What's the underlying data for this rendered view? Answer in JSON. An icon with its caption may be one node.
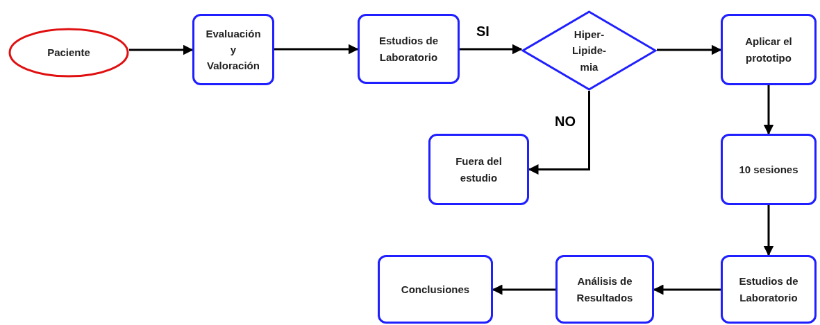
{
  "diagram": {
    "nodes": [
      {
        "text": [
          "Paciente"
        ]
      },
      {
        "text": [
          "Evaluación y Valoración"
        ]
      },
      {
        "text": [
          "Estudios de Laboratorio"
        ]
      },
      {
        "text": [
          "Hiper- Lipide- mia"
        ]
      },
      {
        "text": [
          "Aplicar el prototipo"
        ]
      },
      {
        "text": [
          "Fuera del estudio"
        ]
      },
      {
        "text": [
          "10 sesiones"
        ]
      },
      {
        "text": [
          "Estudios de Laboratorio"
        ]
      },
      {
        "text": [
          "Análisis de Resultados"
        ]
      },
      {
        "text": [
          "Conclusiones"
        ]
      }
    ],
    "edges": [
      {
        "from": 0,
        "to": 1,
        "arrow": "to"
      },
      {
        "from": 1,
        "to": 2,
        "arrow": "to"
      },
      {
        "from": 2,
        "to": 3,
        "arrow": "to",
        "label": "SI"
      },
      {
        "from": 3,
        "to": 4,
        "arrow": "to"
      },
      {
        "from": 3,
        "to": 5,
        "arrow": "to",
        "label": "NO"
      },
      {
        "from": 4,
        "to": 6,
        "arrow": "to"
      },
      {
        "from": 6,
        "to": 7,
        "arrow": "to"
      },
      {
        "from": 7,
        "to": 8,
        "arrow": "to"
      },
      {
        "from": 8,
        "to": 9,
        "arrow": "to"
      }
    ]
  }
}
